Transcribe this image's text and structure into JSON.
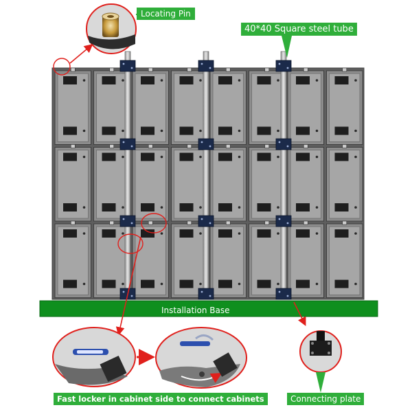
{
  "labels": {
    "locating_pin": "Locating Pin",
    "steel_tube": "40*40 Square steel tube",
    "installation_base": "Installation Base",
    "fast_locker": "Fast locker in cabinet side to connect cabinets",
    "connecting_plate": "Connecting plate"
  },
  "grid": {
    "rows": 3,
    "columns": 8
  },
  "colors": {
    "label_green": "#2fae3a",
    "base_green": "#0f8f1e",
    "callout_red": "#e0201c",
    "cabinet_gray": "#8d8d8d",
    "module_gray": "#a6a6a6"
  }
}
